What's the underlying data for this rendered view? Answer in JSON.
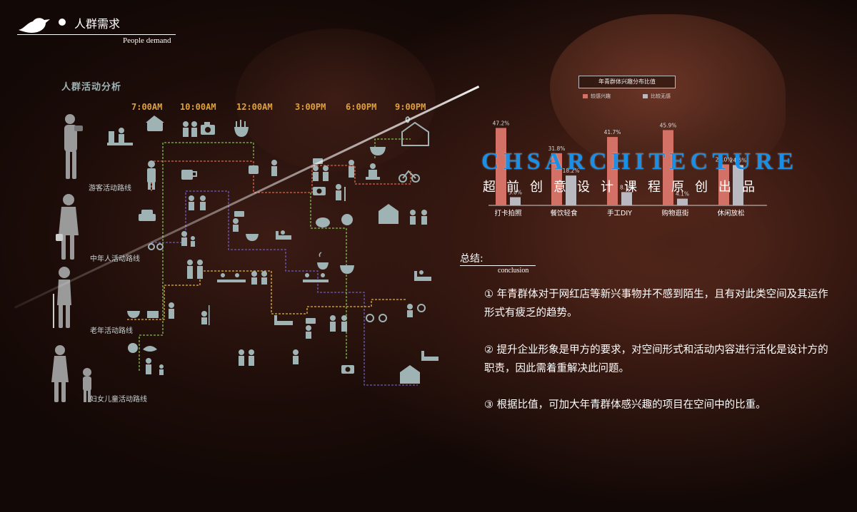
{
  "header": {
    "title": "人群需求",
    "subtitle": "People demand"
  },
  "section_title": "人群活动分析",
  "times": [
    "7:00AM",
    "10:00AM",
    "12:00AM",
    "3:00PM",
    "6:00PM",
    "9:00PM"
  ],
  "routes": [
    {
      "label": "游客活动路线",
      "color": "#d9634a"
    },
    {
      "label": "中年人活动路线",
      "color": "#6e5bb8"
    },
    {
      "label": "老年活动路线",
      "color": "#e3b23c"
    },
    {
      "label": "妇女儿童活动路线",
      "color": "#7fbf4d"
    }
  ],
  "watermark": {
    "main": "CHSARCHITECTURE",
    "sub": "超前创意设计课程原创出品"
  },
  "chart_data": {
    "type": "bar",
    "title": "年青群体兴趣分布比值",
    "categories": [
      "打卡拍照",
      "餐饮轻食",
      "手工DIY",
      "购物逛街",
      "休闲放松"
    ],
    "series": [
      {
        "name": "较感兴趣",
        "values": [
          47.2,
          31.8,
          41.7,
          45.9,
          25.0
        ],
        "labels": [
          "47.2%",
          "31.8%",
          "41.7%",
          "45.9%",
          "25.0%"
        ],
        "color": "#d47166"
      },
      {
        "name": "比较无感",
        "values": [
          5.0,
          18.2,
          8.1,
          4.1,
          24.6
        ],
        "labels": [
          "5.0%",
          "18.2%",
          "8.1%",
          "4.1%",
          "24.6%"
        ],
        "color": "#b9b9bf"
      }
    ],
    "ylim": [
      0,
      50
    ]
  },
  "summary": {
    "title": "总结:",
    "subtitle": "conclusion",
    "points": [
      "①  年青群体对于网红店等新兴事物并不感到陌生，且有对此类空间及其运作形式有疲乏的趋势。",
      "②  提升企业形象是甲方的要求，对空间形式和活动内容进行活化是设计方的职责，因此需着重解决此问题。",
      "③  根据比值，可加大年青群体感兴趣的项目在空间中的比重。"
    ]
  },
  "colors": {
    "accent": "#e0a13a",
    "icon": "#9fb3b5",
    "watermark": "#1a8fe6"
  }
}
